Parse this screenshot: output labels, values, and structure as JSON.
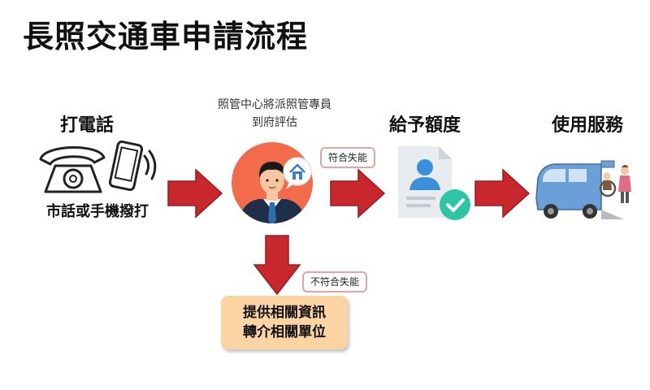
{
  "title": "長照交通車申請流程",
  "steps": {
    "call": {
      "heading": "打電話",
      "subtitle": "市話或手機撥打"
    },
    "assess": {
      "line1": "照管中心將派照管專員",
      "line2": "到府評估"
    },
    "quota": {
      "heading": "給予額度"
    },
    "service": {
      "heading": "使用服務"
    }
  },
  "tags": {
    "qualified": "符合失能",
    "not_qualified": "不符合失能"
  },
  "fallback": {
    "line1": "提供相關資訊",
    "line2": "轉介相關單位"
  },
  "icons": [
    "telephone-icon",
    "mobile-phone-icon",
    "case-manager-icon",
    "home-icon",
    "approved-document-icon",
    "wheelchair-van-icon"
  ],
  "colors": {
    "arrow": "#c8272d",
    "fallback_box": "#fcd3a3",
    "tag_border": "#e9a1a1",
    "avatar_bg": "#f26b4a",
    "check": "#2ec4a6"
  }
}
